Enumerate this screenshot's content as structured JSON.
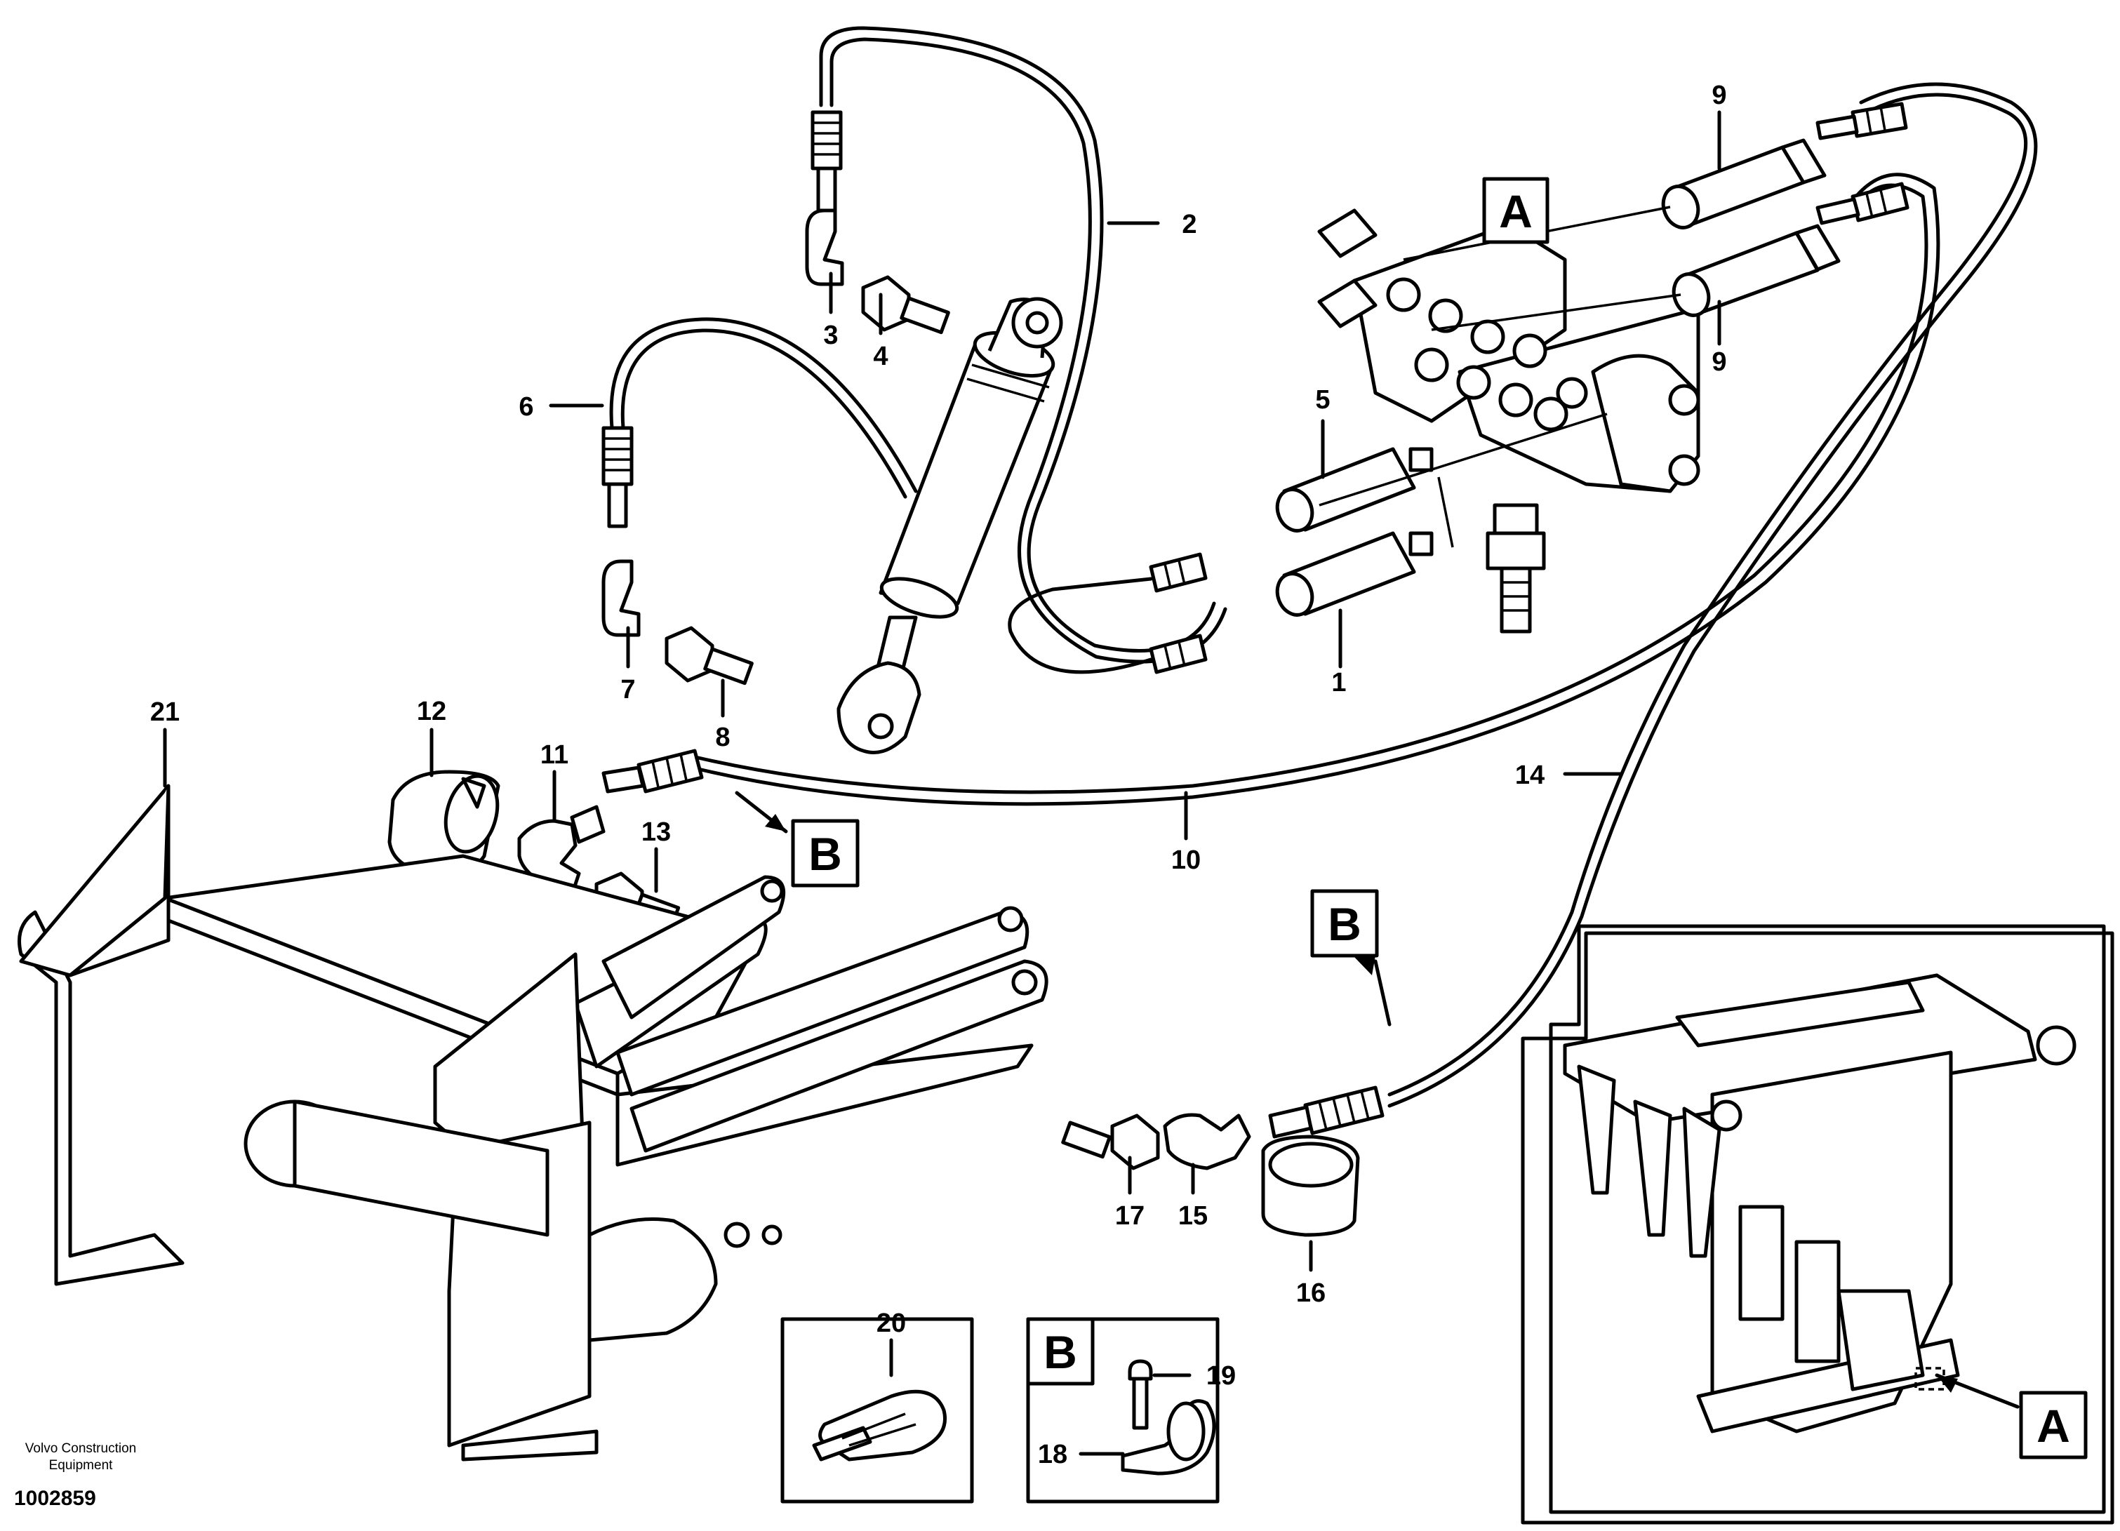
{
  "title": "",
  "brand": {
    "line1": "Volvo Construction",
    "line2": "Equipment",
    "doc_number": "1002859"
  },
  "callouts": {
    "p1": "1",
    "p2": "2",
    "p3": "3",
    "p4": "4",
    "p5": "5",
    "p6": "6",
    "p7": "7",
    "p8": "8",
    "p9a": "9",
    "p9b": "9",
    "p10": "10",
    "p11": "11",
    "p12": "12",
    "p13": "13",
    "p14": "14",
    "p15": "15",
    "p16": "16",
    "p17": "17",
    "p18": "18",
    "p19": "19",
    "p20": "20",
    "p21": "21"
  },
  "view_labels": {
    "a_top": "A",
    "a_inset": "A",
    "b_left": "B",
    "b_right": "B",
    "b_detail": "B"
  }
}
